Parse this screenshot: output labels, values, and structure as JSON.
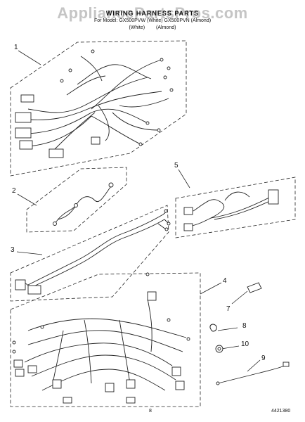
{
  "watermark": "AppliancePartsPros.com",
  "header": {
    "title": "WIRING HARNESS PARTS",
    "model_line": "For Model: GX500PVW (White) GX500PVN (Almond)",
    "variants": "(White) (Almond)"
  },
  "callouts": [
    "1",
    "2",
    "3",
    "4",
    "5",
    "7",
    "8",
    "10",
    "9"
  ],
  "footer": {
    "page": "8",
    "doc_number": "4421380"
  }
}
